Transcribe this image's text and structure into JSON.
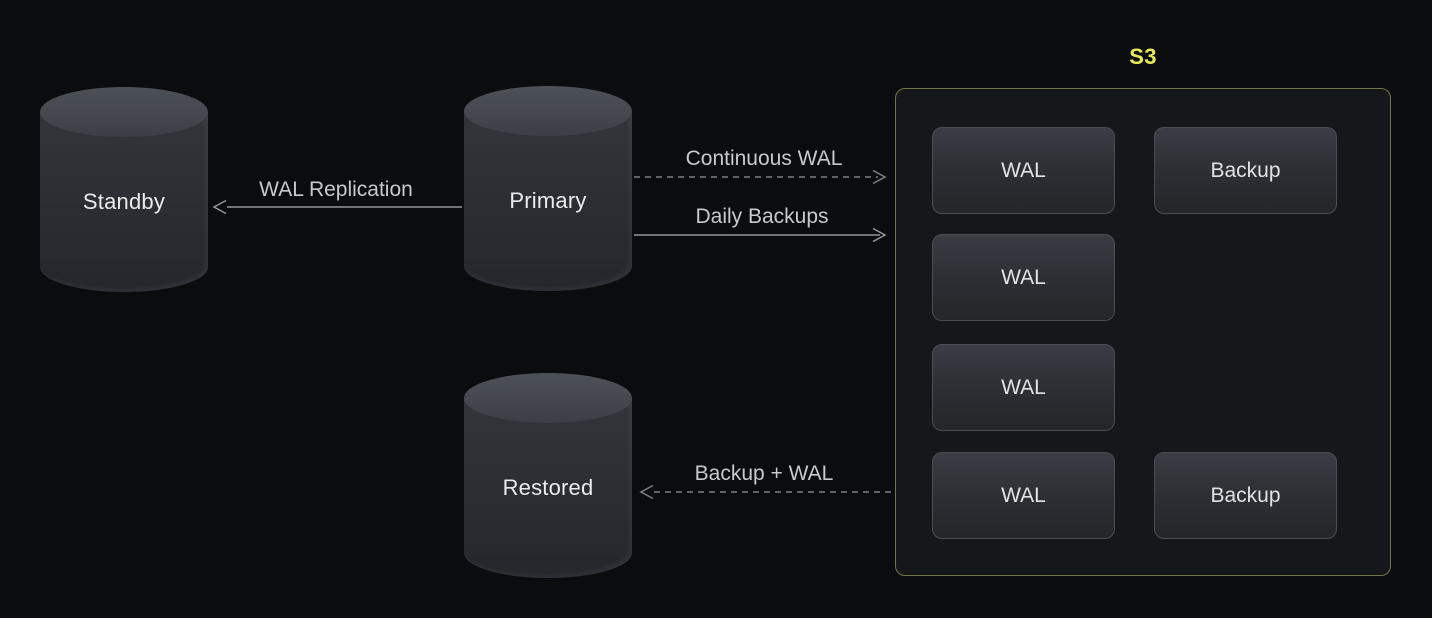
{
  "diagram": {
    "nodes": {
      "standby": {
        "label": "Standby"
      },
      "primary": {
        "label": "Primary"
      },
      "restored": {
        "label": "Restored"
      }
    },
    "s3": {
      "title": "S3",
      "items": [
        {
          "label": "WAL"
        },
        {
          "label": "Backup"
        },
        {
          "label": "WAL"
        },
        {
          "label": "WAL"
        },
        {
          "label": "WAL"
        },
        {
          "label": "Backup"
        }
      ]
    },
    "edges": [
      {
        "label": "WAL Replication",
        "style": "solid",
        "from": "Primary",
        "to": "Standby"
      },
      {
        "label": "Continuous WAL",
        "style": "dashed",
        "from": "Primary",
        "to": "S3"
      },
      {
        "label": "Daily Backups",
        "style": "solid",
        "from": "Primary",
        "to": "S3"
      },
      {
        "label": "Backup + WAL",
        "style": "dashed",
        "from": "S3",
        "to": "Restored"
      }
    ],
    "colors": {
      "background": "#0b0c0d",
      "accent_yellow": "#e8ea5e",
      "s3_border": "#73744a",
      "arrow_solid": "#94969a",
      "arrow_dashed": "#7e8084"
    }
  }
}
